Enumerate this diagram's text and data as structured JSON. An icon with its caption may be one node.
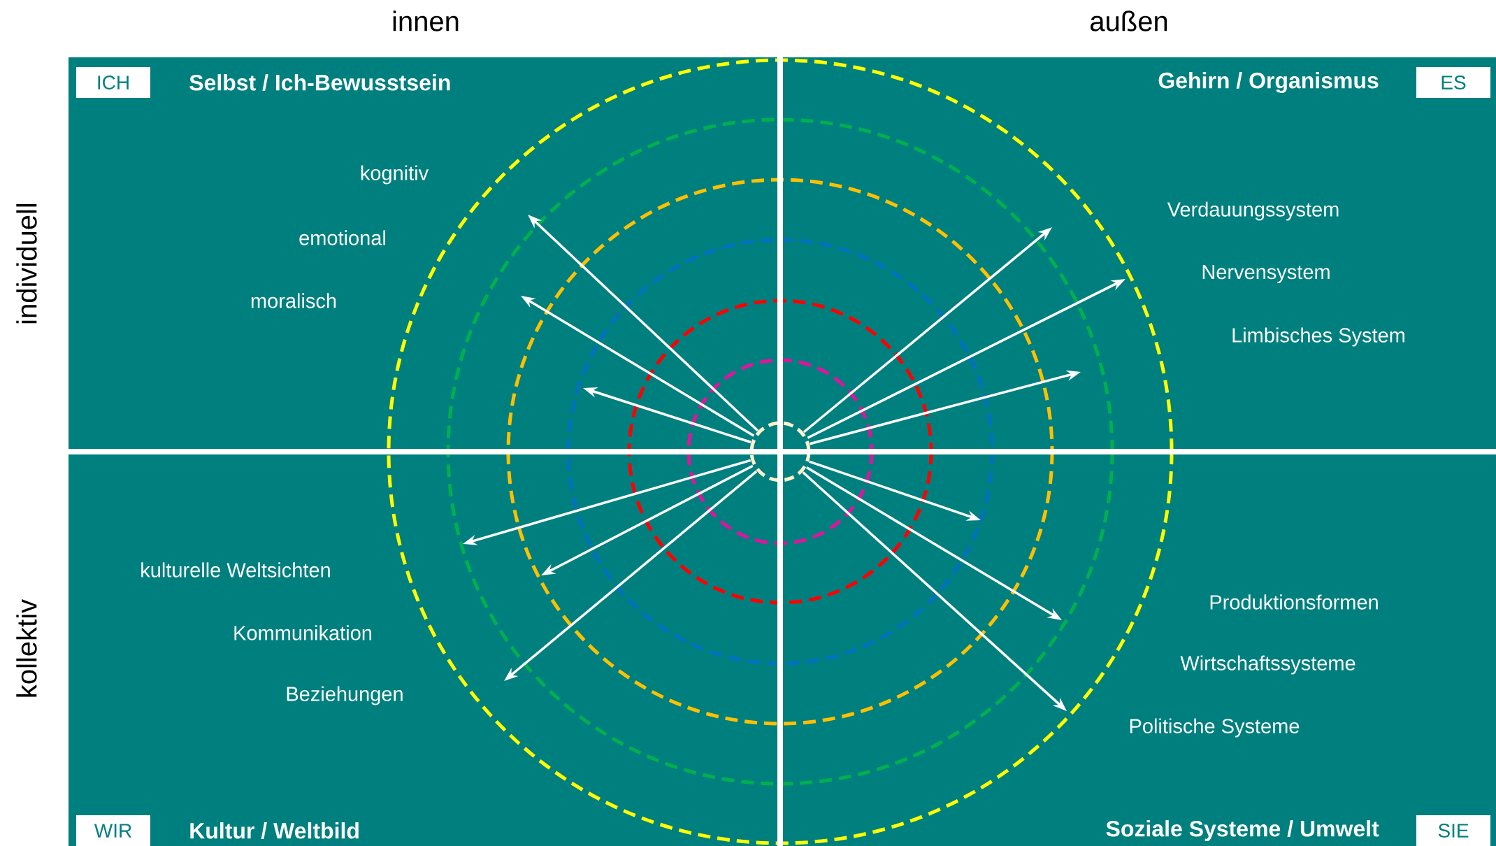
{
  "diagram": {
    "nodes": [
      {
        "text": [
          "ICH"
        ],
        "beside": [
          "Selbst / Ich-Bewusstsein"
        ]
      },
      {
        "text": [
          "ES"
        ],
        "beside": [
          "Gehirn / Organismus"
        ]
      },
      {
        "text": [
          "WIR"
        ],
        "beside": [
          "Kultur / Weltbild"
        ]
      },
      {
        "text": [
          "SIE"
        ],
        "beside": [
          "Soziale Systeme / Umwelt"
        ]
      }
    ],
    "labels": [
      "innen",
      "außen",
      "individuell",
      "kognitiv",
      "emotional",
      "moralisch",
      "Verdauungssystem",
      "Nervensystem",
      "Limbisches System",
      "kollektiv",
      "kulturelle Weltsichten",
      "Kommunikation",
      "Beziehungen",
      "Produktionsformen",
      "Wirtschaftssysteme",
      "Politische Systeme"
    ]
  }
}
